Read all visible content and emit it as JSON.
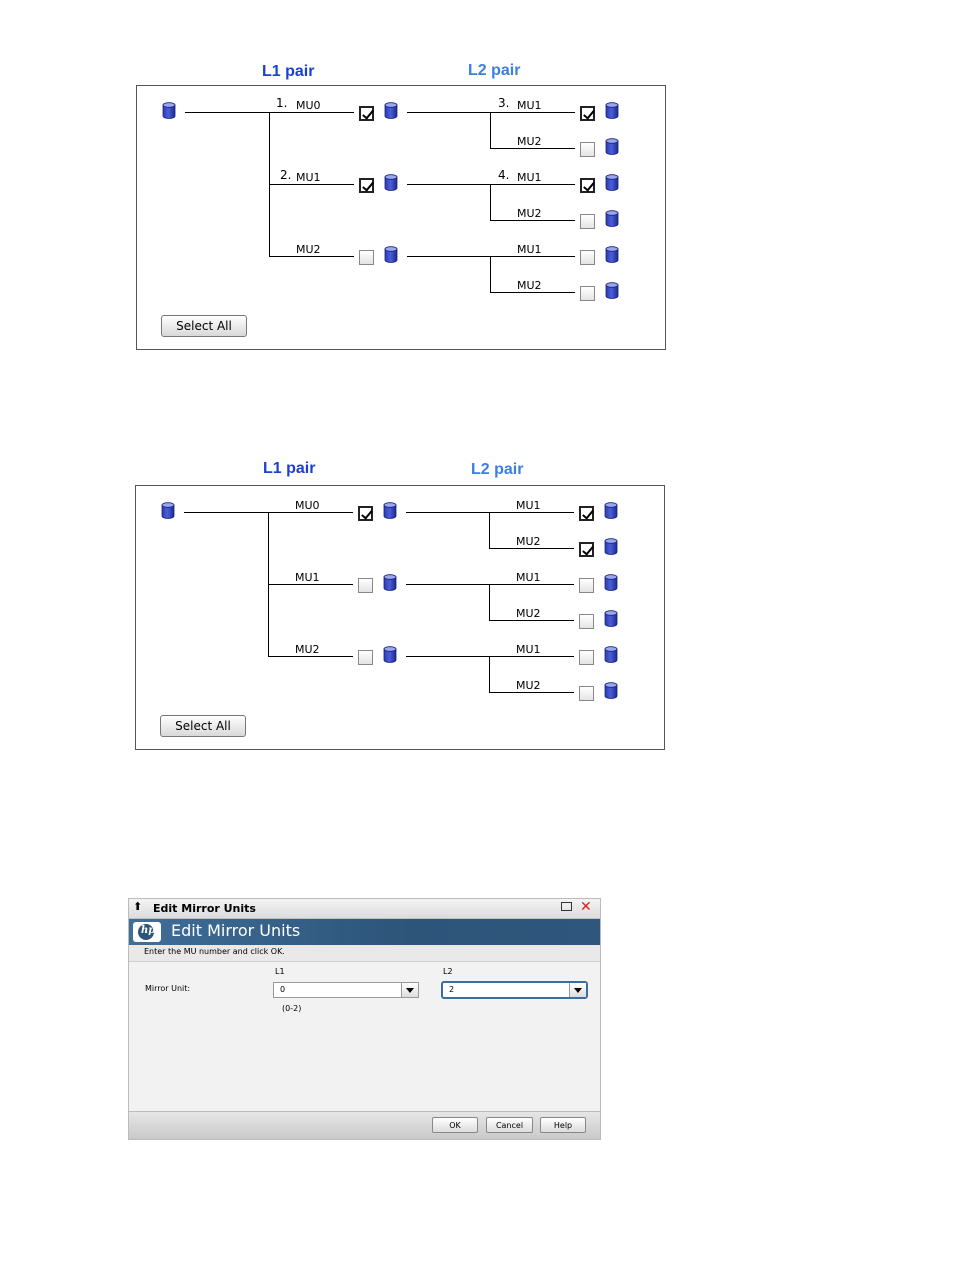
{
  "fig1": {
    "l1_title": "L1 pair",
    "l2_title": "L2 pair",
    "steps": [
      "1.",
      "2.",
      "3.",
      "4."
    ],
    "l1": [
      {
        "label": "MU0",
        "checked": true
      },
      {
        "label": "MU1",
        "checked": true
      },
      {
        "label": "MU2",
        "checked": false
      }
    ],
    "l2": [
      {
        "label": "MU1",
        "checked": true
      },
      {
        "label": "MU2",
        "checked": false
      },
      {
        "label": "MU1",
        "checked": true
      },
      {
        "label": "MU2",
        "checked": false
      },
      {
        "label": "MU1",
        "checked": false
      },
      {
        "label": "MU2",
        "checked": false
      }
    ],
    "select_all": "Select All"
  },
  "fig2": {
    "l1_title": "L1 pair",
    "l2_title": "L2 pair",
    "l1": [
      {
        "label": "MU0",
        "checked": true
      },
      {
        "label": "MU1",
        "checked": false
      },
      {
        "label": "MU2",
        "checked": false
      }
    ],
    "l2": [
      {
        "label": "MU1",
        "checked": true
      },
      {
        "label": "MU2",
        "checked": true
      },
      {
        "label": "MU1",
        "checked": false
      },
      {
        "label": "MU2",
        "checked": false
      },
      {
        "label": "MU1",
        "checked": false
      },
      {
        "label": "MU2",
        "checked": false
      }
    ],
    "select_all": "Select All"
  },
  "dialog": {
    "window_title": "Edit Mirror Units",
    "banner_title": "Edit Mirror Units",
    "logo_text": "hp",
    "instructions": "Enter the MU number and click OK.",
    "field_label": "Mirror Unit:",
    "col_l1": "L1",
    "col_l2": "L2",
    "l1_value": "0",
    "l2_value": "2",
    "range_hint": "(0-2)",
    "ok": "OK",
    "cancel": "Cancel",
    "help": "Help"
  },
  "colors": {
    "l1_title": "#1a3fd6",
    "l2_title": "#3a7fe0",
    "disk": "#4a5ed8",
    "banner": "#2d5479",
    "close": "#d42020"
  }
}
